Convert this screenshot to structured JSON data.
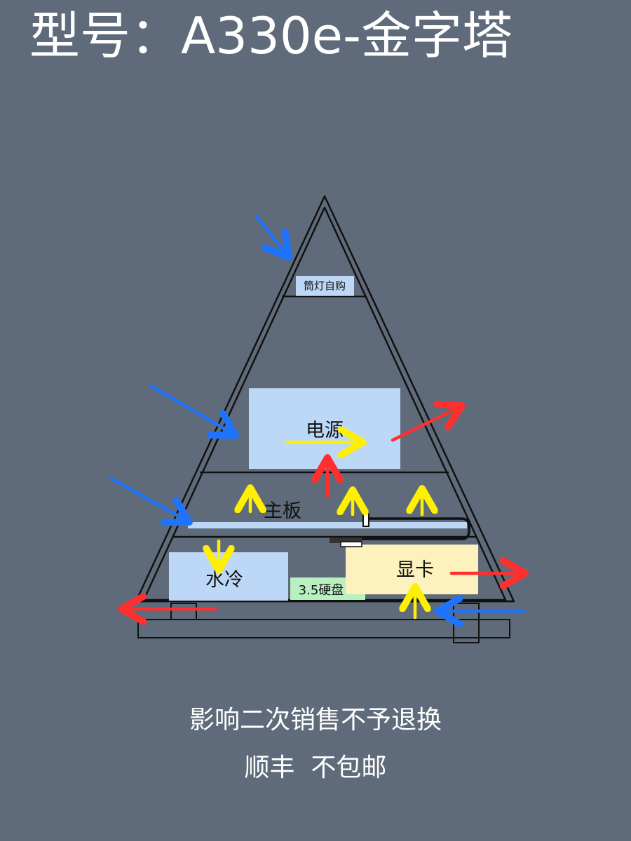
{
  "title": "型号：A330e-金字塔",
  "labels": {
    "top_light": "筒灯自购",
    "psu": "电源",
    "motherboard": "主板",
    "water_cooling": "水冷",
    "hdd": "3.5硬盘",
    "gpu": "显卡"
  },
  "footer": {
    "line1": "影响二次销售不予退换",
    "line2": "顺丰  不包邮"
  },
  "colors": {
    "background": "#5f6b7a",
    "box_blue": "#bdd7f7",
    "box_yellow": "#fdf1be",
    "box_green": "#b8f0c2",
    "intake_arrow": "#1e74ff",
    "exhaust_arrow": "#ff2f2f",
    "internal_arrow": "#ffef00",
    "frame": "#111111"
  },
  "icons": {
    "intake": "blue-arrow-icon",
    "exhaust": "red-arrow-icon",
    "internal_flow": "yellow-arrow-icon"
  }
}
